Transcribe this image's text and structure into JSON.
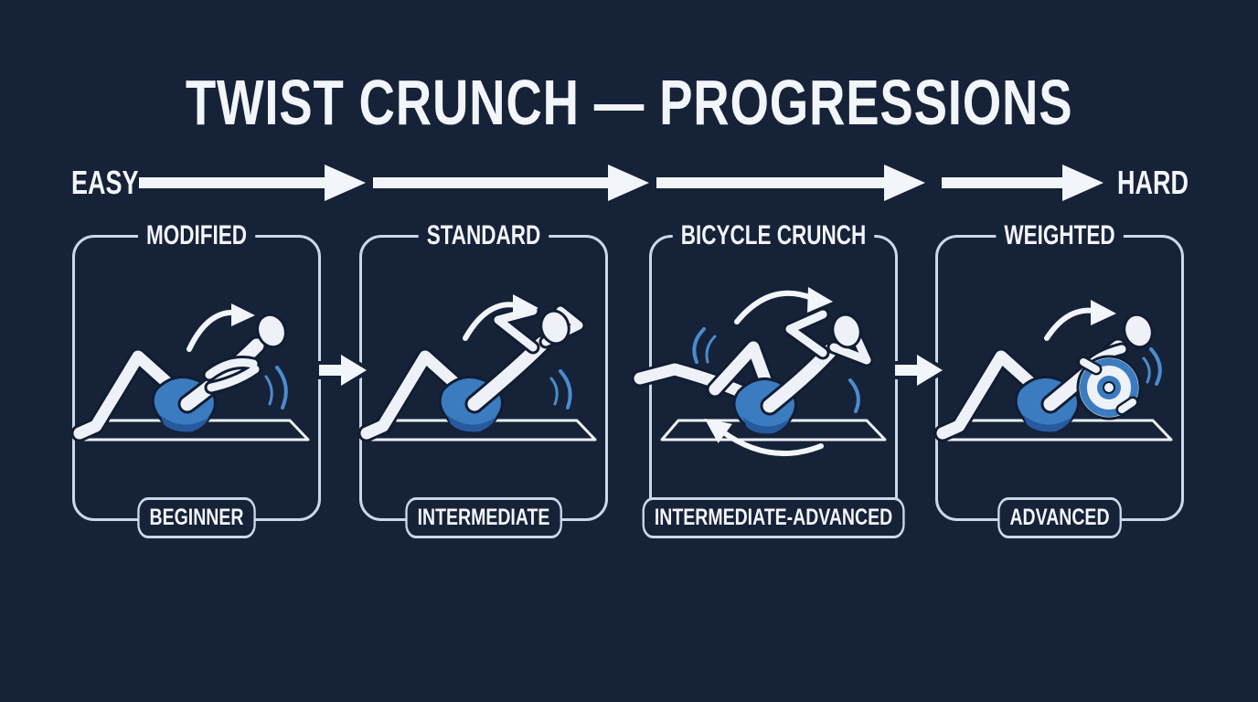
{
  "page": {
    "title": "TWIST CRUNCH — PROGRESSIONS",
    "colors": {
      "background": "#152238",
      "outline": "#ccd8e8",
      "text": "#f2f5f9",
      "figure_blue": "#3b7cc0",
      "figure_blue_dark": "#265a9e",
      "motion_blue": "#4b8cce"
    }
  },
  "difficulty_scale": {
    "start_label": "EASY",
    "end_label": "HARD",
    "segment_count": 4
  },
  "progressions": [
    {
      "name": "MODIFIED",
      "level": "BEGINNER",
      "figure": "crunch-arms-crossed"
    },
    {
      "name": "STANDARD",
      "level": "INTERMEDIATE",
      "figure": "crunch-hands-behind-head"
    },
    {
      "name": "BICYCLE CRUNCH",
      "level": "INTERMEDIATE-ADVANCED",
      "figure": "bicycle-crunch-twist"
    },
    {
      "name": "WEIGHTED",
      "level": "ADVANCED",
      "figure": "crunch-holding-weight-plate"
    }
  ]
}
